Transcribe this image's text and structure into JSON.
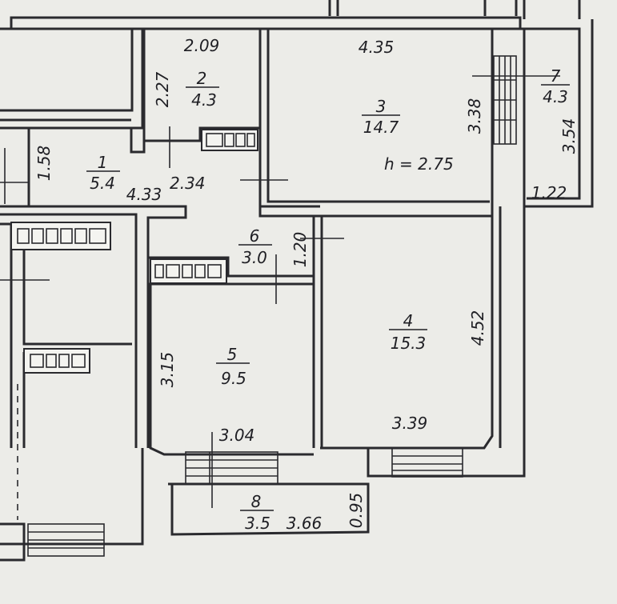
{
  "plan": {
    "rooms": [
      {
        "number": "1",
        "area": "5.4"
      },
      {
        "number": "2",
        "area": "4.3"
      },
      {
        "number": "3",
        "area": "14.7"
      },
      {
        "number": "4",
        "area": "15.3"
      },
      {
        "number": "5",
        "area": "9.5"
      },
      {
        "number": "6",
        "area": "3.0"
      },
      {
        "number": "7",
        "area": "4.3"
      },
      {
        "number": "8",
        "area": "3.5"
      }
    ],
    "dimensions": {
      "d_2_09": "2.09",
      "d_4_35": "4.35",
      "d_2_27": "2.27",
      "d_3_38": "3.38",
      "d_3_54": "3.54",
      "d_1_58": "1.58",
      "d_2_34": "2.34",
      "d_4_33": "4.33",
      "d_1_22": "1.22",
      "d_1_20": "1.20",
      "d_4_52": "4.52",
      "d_3_15": "3.15",
      "d_3_04": "3.04",
      "d_3_39": "3.39",
      "d_3_66": "3.66",
      "d_0_95": "0.95"
    },
    "ceiling_height": "h = 2.75"
  }
}
